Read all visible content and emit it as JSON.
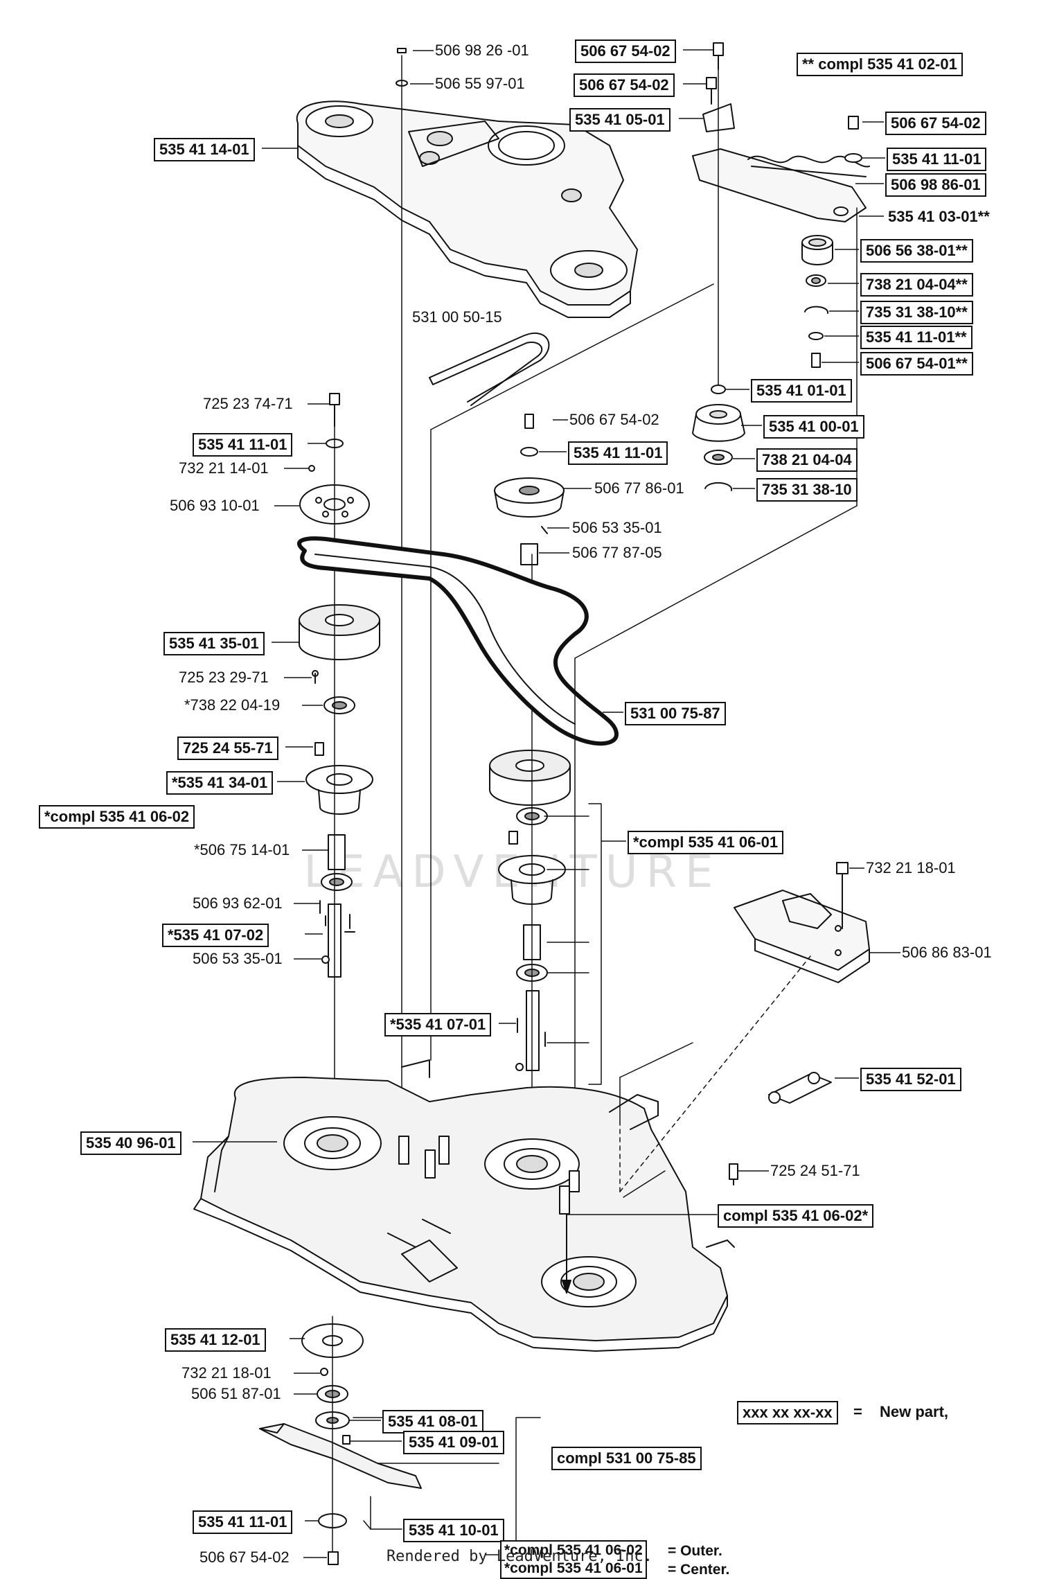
{
  "labels": {
    "l1": "506 98 26  -01",
    "l2": "506 55 97-01",
    "l3": "535 41 14-01",
    "l4": "506 67 54-02",
    "l5": "506 67 54-02",
    "l6": "535 41 05-01",
    "l7": "** compl 535 41 02-01",
    "l8": "506 67 54-02",
    "l9": "535 41 11-01",
    "l10": "506 98 86-01",
    "l11": "535 41 03-01**",
    "l12": "506 56 38-01**",
    "l13": "738 21 04-04**",
    "l14": "735 31 38-10**",
    "l15": "535 41 11-01**",
    "l16": "506 67 54-01**",
    "l17": "531 00 50-15",
    "l18": "535 41 01-01",
    "l19": "535 41 00-01",
    "l20": "738 21 04-04",
    "l21": "735 31 38-10",
    "l22": "725 23 74-71",
    "l23": "535 41 11-01",
    "l24": "732 21 14-01",
    "l25": "506 93 10-01",
    "l26": "506 67 54-02",
    "l27": "535 41 11-01",
    "l28": "506 77 86-01",
    "l29": "506 53 35-01",
    "l30": "506 77 87-05",
    "l31": "535 41 35-01",
    "l32": "725 23 29-71",
    "l33": "*738 22 04-19",
    "l34": "531 00 75-87",
    "l35": "725 24 55-71",
    "l36": "*535 41 34-01",
    "l37": "*compl 535 41 06-02",
    "l38": "*506 75 14-01",
    "l39": "*compl 535 41 06-01",
    "l40": "732 21 18-01",
    "l41": "506 93 62-01",
    "l42": "*535 41 07-02",
    "l43": "506 53 35-01",
    "l44": "506 86 83-01",
    "l45": "*535 41 07-01",
    "l46": "535 41 52-01",
    "l47": "535 40 96-01",
    "l48": "725 24 51-71",
    "l49": "compl 535 41 06-02*",
    "l50": "535 41 12-01",
    "l51": "732 21 18-01",
    "l52": "506 51 87-01",
    "l53": "535 41 08-01",
    "l54": "535 41 09-01",
    "l55": "compl 531 00 75-85",
    "l56": "535 41 11-01",
    "l57": "535 41 10-01",
    "l58": "506 67 54-02",
    "l59": "*compl 535 41 06-02",
    "l60": "*compl 535 41 06-01"
  },
  "legend": {
    "sample": "xxx xx xx-xx",
    "equals": "=",
    "meaning": "New part,",
    "outer_suffix": "= Outer.",
    "center_suffix": "= Center."
  },
  "watermark": "LEADVENTURE",
  "footer": "Rendered by LeadVenture, Inc.",
  "colors": {
    "line": "#111111",
    "watermark": "#d9d9d9"
  }
}
